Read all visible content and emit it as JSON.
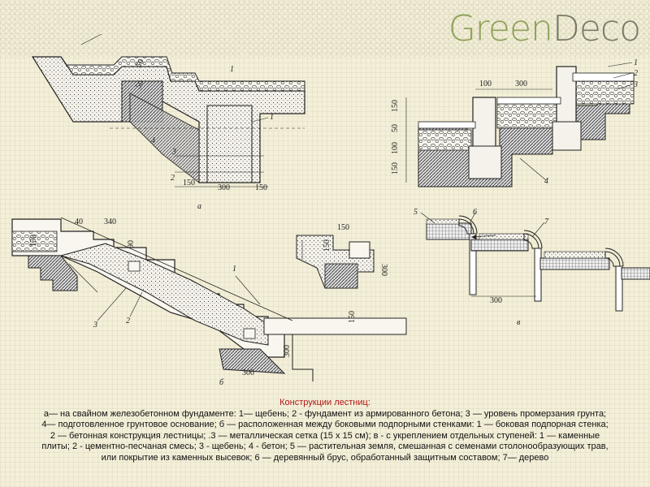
{
  "brand": {
    "part1": "Green",
    "part2": "Deco"
  },
  "drawings": {
    "a": {
      "label": "а",
      "callouts": [
        "1",
        "2",
        "3",
        "4",
        "1"
      ],
      "dims": [
        "150",
        "300",
        "150",
        "50",
        "50"
      ]
    },
    "b": {
      "label": "б",
      "callouts": [
        "1",
        "2",
        "3"
      ],
      "dims": [
        "40",
        "340",
        "150",
        "90",
        "300",
        "150",
        "300"
      ]
    },
    "b_detail": {
      "dims": [
        "150",
        "150",
        "300"
      ]
    },
    "v": {
      "label": "в",
      "callouts": [
        "5",
        "6",
        "7"
      ],
      "dims": [
        "300"
      ]
    },
    "top_right": {
      "callouts": [
        "1",
        "2",
        "3",
        "4"
      ],
      "dims": [
        "100",
        "300",
        "150",
        "50",
        "100",
        "150"
      ]
    }
  },
  "caption": {
    "title": "Конструкции лестниц:",
    "line1": "а— на свайном железобетонном фундаменте: 1— щебень; 2 - фундамент из армированного бетона; 3 — уровень промерзания грунта;",
    "line2": "4— подготовленное грунтовое основание; б — расположенная между боковыми подпорными стенками: 1 — боковая подпорная стенка;",
    "line3": "2 — бетонная конструкция лестницы; .3 — металлическая сетка (15 х 15 см); в - с укреплением отдельных ступеней: 1 — каменные",
    "line4": "плиты; 2 - цементно-песчаная смесь; 3 - щебень; 4 - бетон; 5 — растительная земля, смешанная с семенами столонообразующих трав,",
    "line5": "или покрытие из каменных высевок; 6 — деревянный брус, обработанный защитным составом; 7— дерево"
  }
}
